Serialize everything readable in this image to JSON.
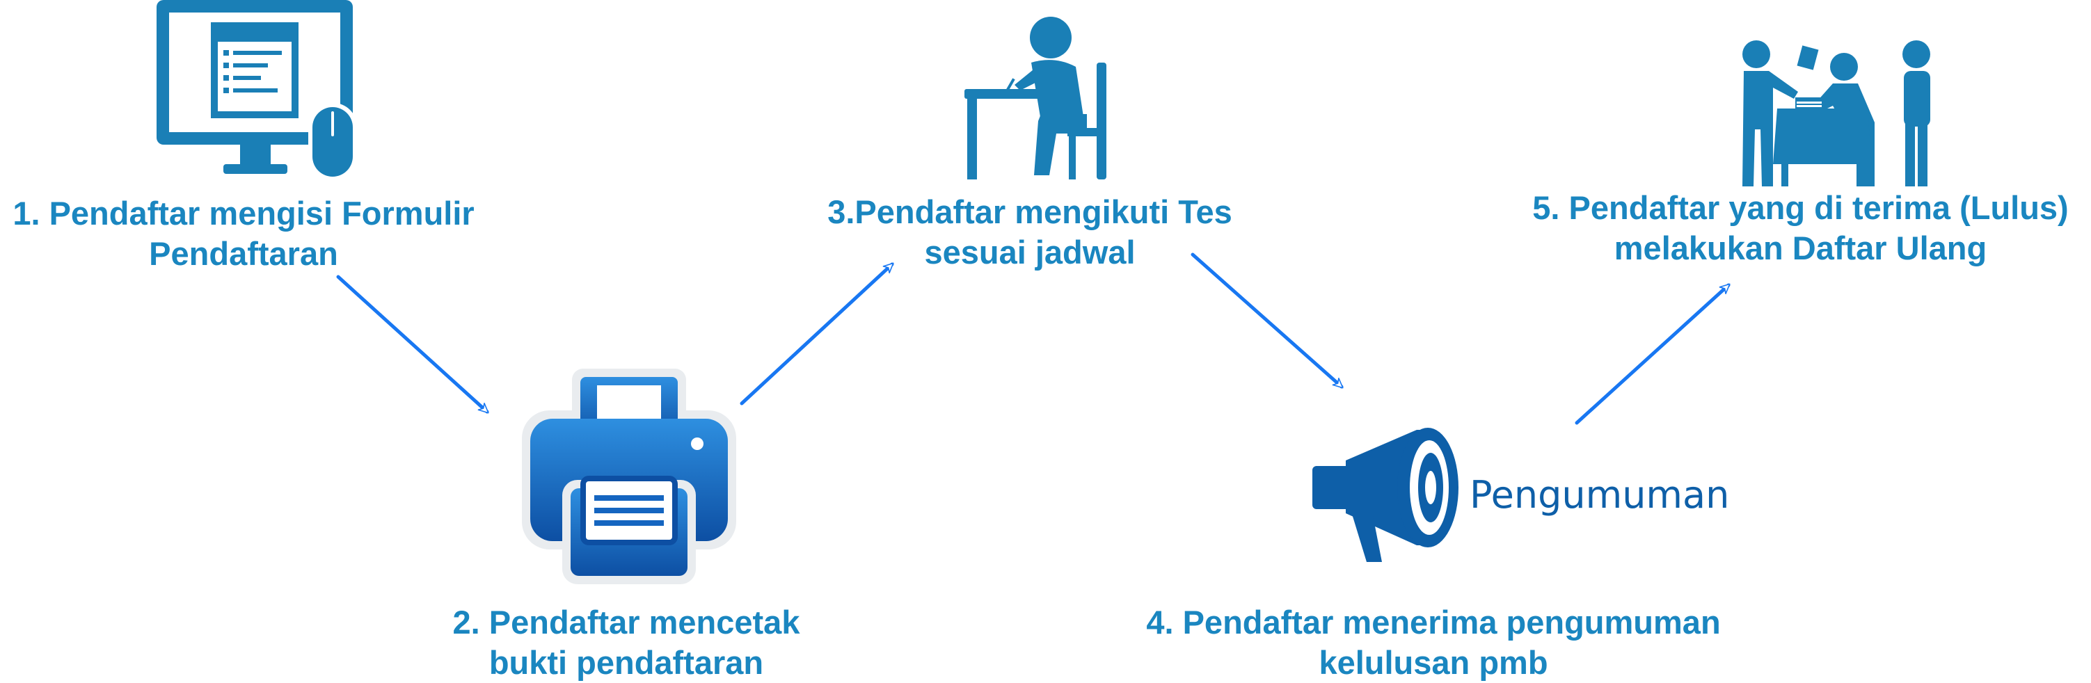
{
  "steps": [
    {
      "line1": "1. Pendaftar mengisi Formulir",
      "line2": "Pendaftaran",
      "icon": "computer-form-icon"
    },
    {
      "line1": "2. Pendaftar mencetak",
      "line2": "bukti pendaftaran",
      "icon": "printer-icon"
    },
    {
      "line1": "3.Pendaftar mengikuti Tes",
      "line2": "sesuai jadwal",
      "icon": "person-writing-at-desk-icon"
    },
    {
      "line1": "4. Pendaftar menerima pengumuman",
      "line2": "kelulusan pmb",
      "icon": "megaphone-icon"
    },
    {
      "line1": "5. Pendaftar yang di terima (Lulus)",
      "line2": "melakukan  Daftar Ulang",
      "icon": "registration-desk-people-icon"
    }
  ],
  "announcement": {
    "word": "Pengumuman"
  },
  "colors": {
    "label": "#1a86c0",
    "icon": "#1a7fb6",
    "arrow": "#1877f2",
    "printer": "#1565c0"
  }
}
